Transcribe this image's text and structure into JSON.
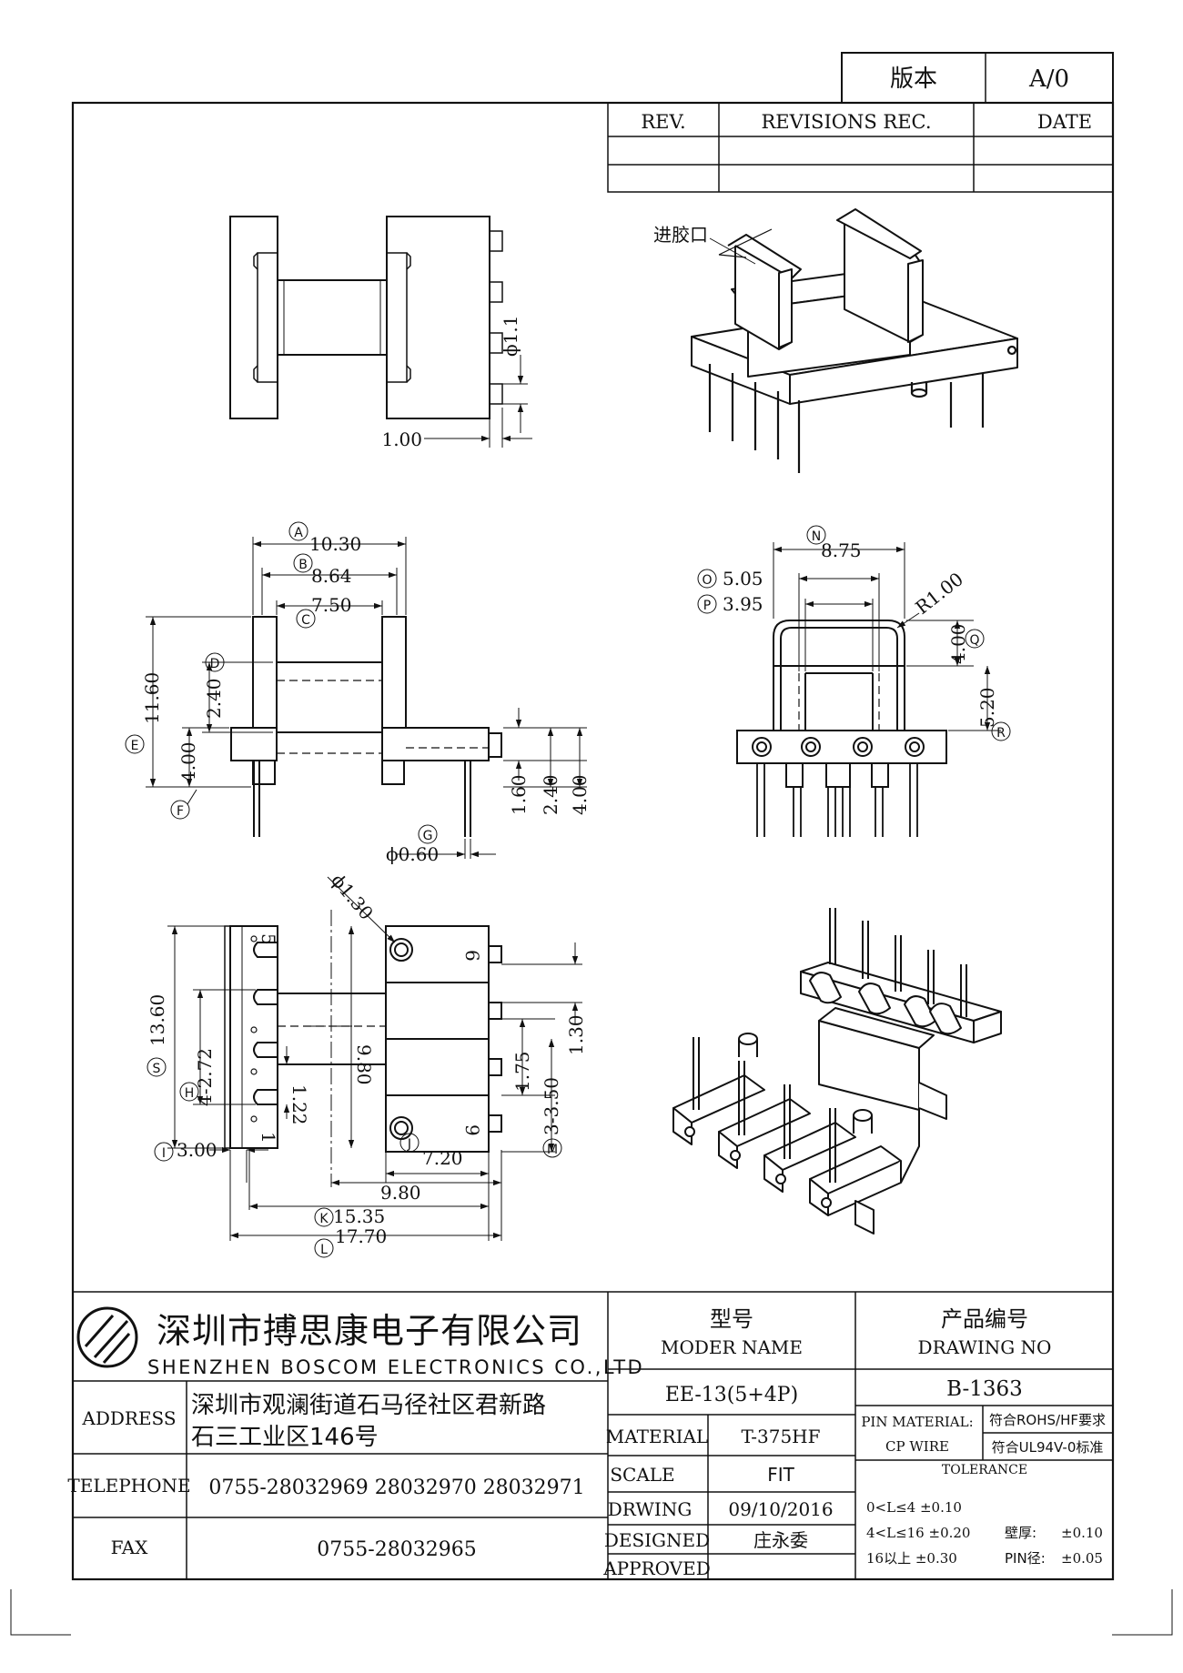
{
  "revision_box": {
    "label": "版本",
    "value": "A/0"
  },
  "revision_table": {
    "rev_header": "REV.",
    "records_header": "REVISIONS REC.",
    "date_header": "DATE"
  },
  "gate_label": "进胶口",
  "top_view": {
    "pin_dia": "ϕ1.1",
    "pin_offset": "1.00"
  },
  "front_view": {
    "a_label": "A",
    "a_value": "10.30",
    "b_label": "B",
    "b_value": "8.64",
    "c_label": "C",
    "c_value": "7.50",
    "d_label": "D",
    "d_value": "2.40",
    "e_label": "E",
    "e_value": "11.60",
    "f_label": "F",
    "f_value": "4.00",
    "g_label": "G",
    "g_value": "ϕ0.60",
    "r1": "1.60",
    "r2": "2.40",
    "r3": "4.00"
  },
  "side_view": {
    "n_label": "N",
    "n_value": "8.75",
    "o_label": "O",
    "o_value": "5.05",
    "p_label": "P",
    "p_value": "3.95",
    "radius": "R1.00",
    "q_label": "Q",
    "q_value": "4.00",
    "r_label": "R",
    "r_value": "5.20"
  },
  "bottom_view": {
    "hole_dia": "ϕ1.30",
    "pin_6": "6",
    "pin_5": "5",
    "pin_1": "1",
    "pin_9": "9",
    "s_label": "S",
    "s_value": "13.60",
    "h_label": "H",
    "h_value": "4-2.72",
    "i_label": "I",
    "i_value": "3.00",
    "core_h": "9.80",
    "gap": "1.22",
    "j_label": "J",
    "j_value": "7.20",
    "k_label": "K",
    "k_value": "15.35",
    "l_label": "L",
    "l_value": "17.70",
    "m_label": "M",
    "m_value": "3-3.50",
    "v1": "1.75",
    "v2": "1.30",
    "w1": "9.80"
  },
  "title_block": {
    "company_cn": "深圳市搏思康电子有限公司",
    "company_en": "SHENZHEN BOSCOM ELECTRONICS CO.,LTD",
    "model_title_cn": "型号",
    "model_title_en": "MODER NAME",
    "drawing_no_title_cn": "产品编号",
    "drawing_no_title_en": "DRAWING NO",
    "model_value": "EE-13(5+4P)",
    "drawing_no_value": "B-1363",
    "address_label": "ADDRESS",
    "address_line1": "深圳市观澜街道石马径社区君新路",
    "address_line2": "石三工业区146号",
    "telephone_label": "TELEPHONE",
    "telephone_value": "0755-28032969 28032970 28032971",
    "fax_label": "FAX",
    "fax_value": "0755-28032965",
    "material_label": "MATERIAL",
    "material_value": "T-375HF",
    "scale_label": "SCALE",
    "scale_value": "FIT",
    "drwing_label": "DRWING",
    "drwing_value": "09/10/2016",
    "designed_label": "DESIGNED",
    "designed_value": "庄永委",
    "approved_label": "APPROVED",
    "pin_material_label": "PIN MATERIAL:",
    "pin_material_value": "符合ROHS/HF要求",
    "cp_wire_label": "CP WIRE",
    "cp_wire_value": "符合UL94V-0标准",
    "tolerance_label": "TOLERANCE",
    "tol_1": "0<L≤4  ±0.10",
    "tol_2": "4<L≤16  ±0.20",
    "tol_3": "16以上    ±0.30",
    "wall_label": "壁厚:",
    "wall_value": "±0.10",
    "pin_dia_label": "PIN径:",
    "pin_dia_value": "±0.05"
  }
}
